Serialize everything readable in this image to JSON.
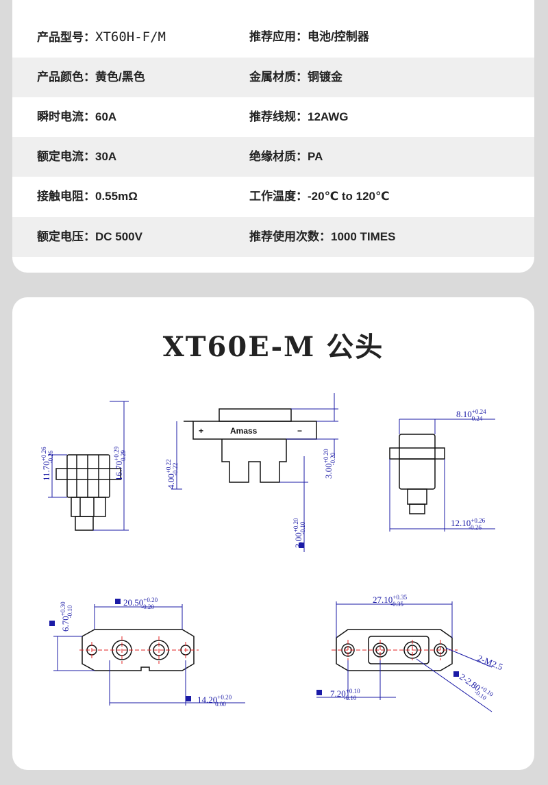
{
  "specs": [
    {
      "left_label": "产品型号：",
      "left_value": "XT60H-F/M",
      "right_label": "推荐应用：",
      "right_value": "电池/控制器"
    },
    {
      "left_label": "产品颜色：",
      "left_value": "黄色/黑色",
      "right_label": "金属材质：",
      "right_value": "铜镀金"
    },
    {
      "left_label": "瞬时电流：",
      "left_value": "60A",
      "right_label": "推荐线规：",
      "right_value": "12AWG"
    },
    {
      "left_label": "额定电流：",
      "left_value": "30A",
      "right_label": "绝缘材质：",
      "right_value": "PA"
    },
    {
      "left_label": "接触电阻：",
      "left_value": "0.55mΩ",
      "right_label": "工作温度：",
      "right_value": "-20℃ to 120℃"
    },
    {
      "left_label": "额定电压：",
      "left_value": "DC 500V",
      "right_label": "推荐使用次数：",
      "right_value": "1000 TIMES"
    }
  ],
  "drawing": {
    "title": "XT60E-M 公头",
    "brand": "Amass",
    "dims": {
      "d1": {
        "base": "11.70",
        "sup": "+0.26",
        "sub": "-0.26"
      },
      "d2": {
        "base": "16.70",
        "sup": "+0.29",
        "sub": "-0.29"
      },
      "d3": {
        "base": "4.00",
        "sup": "+0.22",
        "sub": "-0.22"
      },
      "d4": {
        "base": "3.00",
        "sup": "+0.20",
        "sub": "-0.20"
      },
      "d5": {
        "base": "3.00",
        "sup": "+0.20",
        "sub": "-0.10"
      },
      "d6": {
        "base": "8.10",
        "sup": "+0.24",
        "sub": "-0.24"
      },
      "d7": {
        "base": "12.10",
        "sup": "+0.26",
        "sub": "-0.26"
      },
      "d8": {
        "base": "6.70",
        "sup": "+0.30",
        "sub": "-0.10"
      },
      "d9": {
        "base": "20.50",
        "sup": "+0.20",
        "sub": "-0.20"
      },
      "d10": {
        "base": "14.20",
        "sup": "+0.20",
        "sub": "0.00"
      },
      "d11": {
        "base": "27.10",
        "sup": "+0.35",
        "sub": "-0.35"
      },
      "d12": {
        "base": "7.20",
        "sup": "+0.10",
        "sub": "-0.10"
      },
      "d13": {
        "base": "2-M2.5"
      },
      "d14": {
        "base": "2-2.80",
        "sup": "+0.10",
        "sub": "-0.10"
      }
    }
  },
  "colors": {
    "dimension": "#1a1aa6",
    "centerline": "#e02020",
    "outline": "#111111"
  }
}
